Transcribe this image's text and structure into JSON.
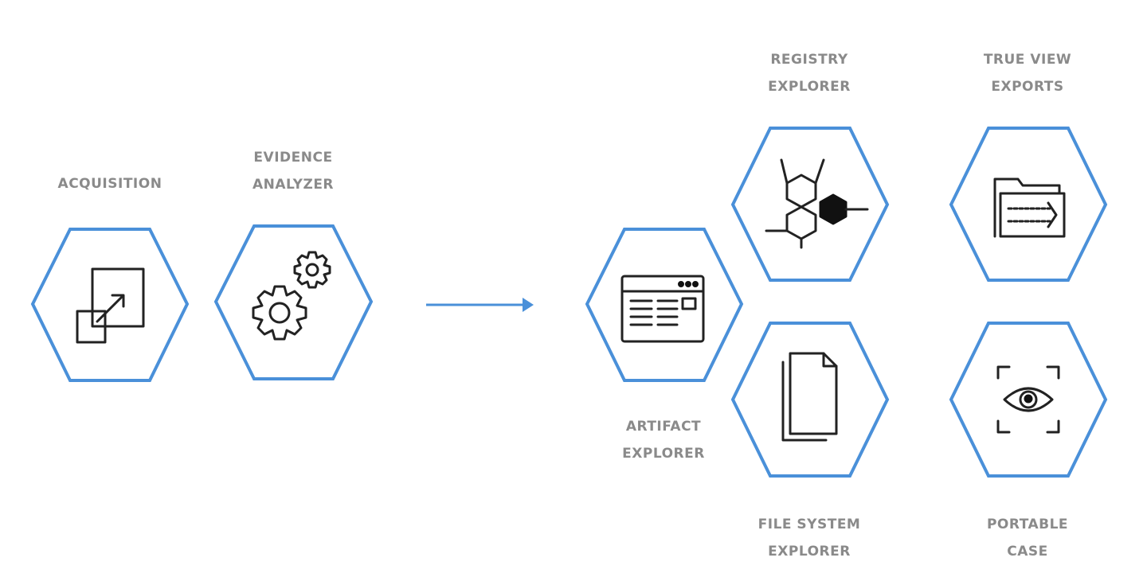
{
  "colors": {
    "hex_stroke": "#4a90d9",
    "arrow": "#4a90d9",
    "label": "#8a8a8a",
    "icon": "#222222"
  },
  "nodes": [
    {
      "id": "acquisition",
      "lines": [
        "ACQUISITION",
        ""
      ],
      "icon": "acquisition-icon"
    },
    {
      "id": "evidence-analyzer",
      "lines": [
        "EVIDENCE",
        "ANALYZER"
      ],
      "icon": "gears-icon"
    },
    {
      "id": "artifact-explorer",
      "lines": [
        "ARTIFACT",
        "EXPLORER"
      ],
      "icon": "browser-window-icon"
    },
    {
      "id": "registry-explorer",
      "lines": [
        "REGISTRY",
        "EXPLORER"
      ],
      "icon": "registry-hive-icon"
    },
    {
      "id": "file-system-explorer",
      "lines": [
        "FILE SYSTEM",
        "EXPLORER"
      ],
      "icon": "documents-icon"
    },
    {
      "id": "true-view-exports",
      "lines": [
        "TRUE VIEW",
        "EXPORTS"
      ],
      "icon": "folder-export-icon"
    },
    {
      "id": "portable-case",
      "lines": [
        "PORTABLE",
        "CASE"
      ],
      "icon": "eye-frame-icon"
    }
  ],
  "arrow": {
    "from": "evidence-analyzer",
    "to": "artifact-explorer",
    "icon": "arrow-right-icon"
  }
}
